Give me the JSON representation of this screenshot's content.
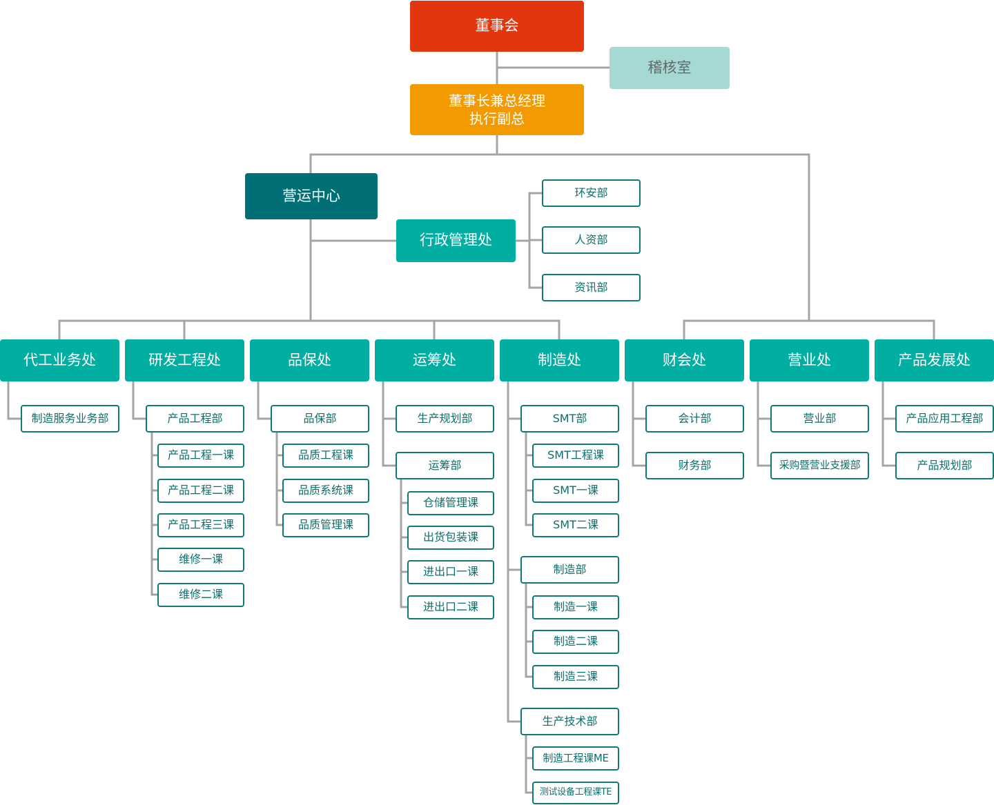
{
  "nodes": {
    "board": "董事会",
    "audit": "稽核室",
    "ceo": "董事长兼总经理\n执行副总",
    "ops_center": "营运中心",
    "admin": "行政管理处",
    "env": "环安部",
    "hr": "人资部",
    "it": "资讯部",
    "oem": "代工业务处",
    "oem_1": "制造服务业务部",
    "rd": "研发工程处",
    "rd_1": "产品工程部",
    "rd_2": "产品工程一课",
    "rd_3": "产品工程二课",
    "rd_4": "产品工程三课",
    "rd_5": "维修一课",
    "rd_6": "维修二课",
    "qa": "品保处",
    "qa_1": "品保部",
    "qa_2": "品质工程课",
    "qa_3": "品质系统课",
    "qa_4": "品质管理课",
    "plan": "运筹处",
    "plan_1": "生产规划部",
    "plan_2": "运筹部",
    "plan_3": "仓储管理课",
    "plan_4": "出货包装课",
    "plan_5": "进出口一课",
    "plan_6": "进出口二课",
    "mfg": "制造处",
    "mfg_1": "SMT部",
    "mfg_2": "SMT工程课",
    "mfg_3": "SMT一课",
    "mfg_4": "SMT二课",
    "mfg_5": "制造部",
    "mfg_6": "制造一课",
    "mfg_7": "制造二课",
    "mfg_8": "制造三课",
    "mfg_9": "生产技术部",
    "mfg_10": "制造工程课ME",
    "mfg_11": "测试设备工程课TE",
    "fin": "财会处",
    "fin_1": "会计部",
    "fin_2": "财务部",
    "sales": "营业处",
    "sales_1": "营业部",
    "sales_2": "采购暨营业支援部",
    "pd": "产品发展处",
    "pd_1": "产品应用工程部",
    "pd_2": "产品规划部"
  },
  "colors": {
    "board": "#e2360f",
    "audit": "#a6d8d4",
    "ceo": "#f39a00",
    "ops_center": "#007076",
    "division": "#00aea2",
    "sub_border": "#0f7878",
    "connector": "#a4a4a4"
  }
}
